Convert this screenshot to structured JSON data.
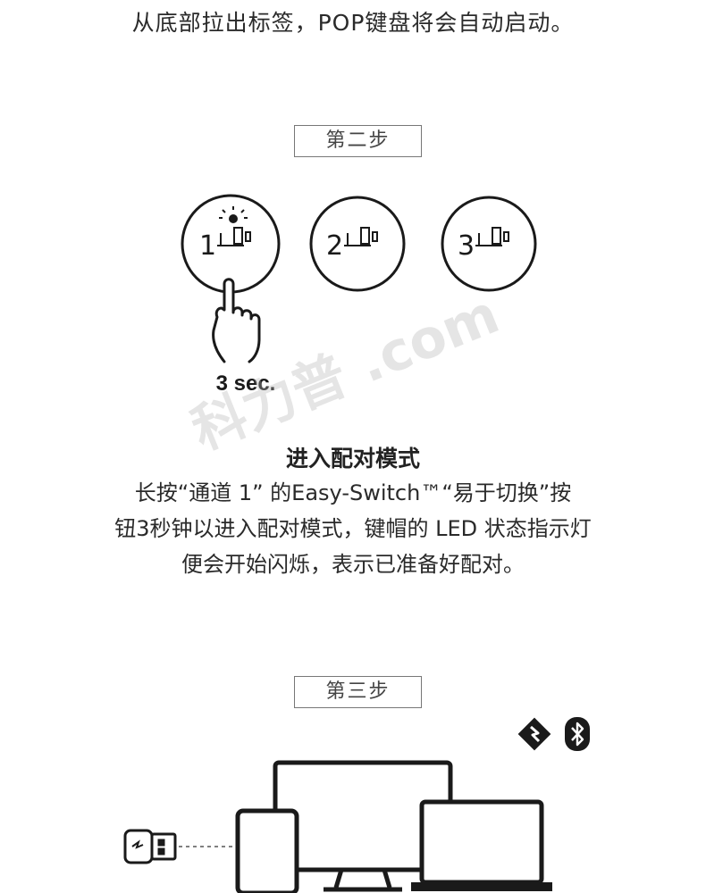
{
  "intro": {
    "line": "从底部拉出标签，POP键盘将会自动启动。"
  },
  "step2": {
    "label": "第二步",
    "channels": [
      {
        "number": "1",
        "highlighted": true
      },
      {
        "number": "2",
        "highlighted": false
      },
      {
        "number": "3",
        "highlighted": false
      }
    ],
    "hold_time": "3 sec."
  },
  "pairing": {
    "title": "进入配对模式",
    "lines": [
      "长按“通道 1” 的Easy-Switch™“易于切换”按",
      "钮3秒钟以进入配对模式，键帽的 LED 状态指示灯",
      "便会开始闪烁，表示已准备好配对。"
    ]
  },
  "step3": {
    "label": "第三步",
    "icons": [
      "logi-bolt-icon",
      "bluetooth-icon"
    ]
  },
  "watermark": "科力普 .com",
  "colors": {
    "text": "#222222",
    "line_art": "#1a1a1a",
    "box_border": "#777777"
  }
}
